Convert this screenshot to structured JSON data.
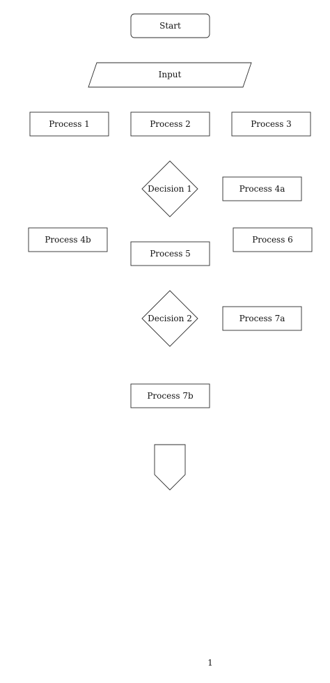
{
  "diagram": {
    "start": "Start",
    "input": "Input",
    "process_1": "Process 1",
    "process_2": "Process 2",
    "process_3": "Process 3",
    "decision_1": "Decision 1",
    "process_4a": "Process 4a",
    "process_4b": "Process 4b",
    "process_5": "Process 5",
    "process_6": "Process 6",
    "decision_2": "Decision 2",
    "process_7a": "Process 7a",
    "process_7b": "Process 7b"
  },
  "page": {
    "number": "1"
  }
}
